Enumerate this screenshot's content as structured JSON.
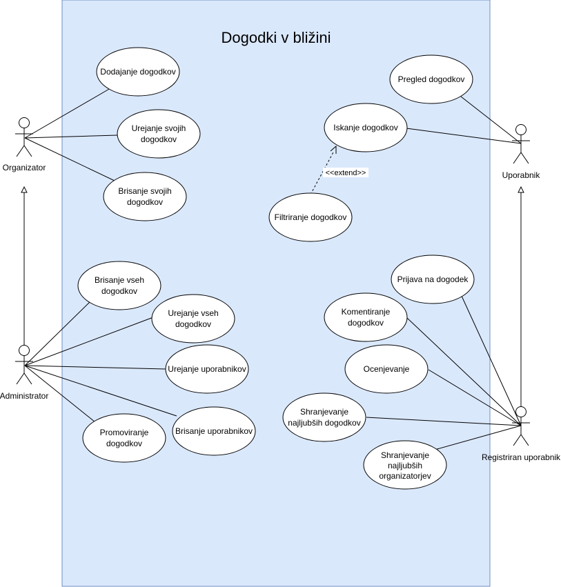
{
  "system": {
    "title": "Dogodki v bližini"
  },
  "actors": {
    "organizator": "Organizator",
    "administrator": "Administrator",
    "uporabnik": "Uporabnik",
    "registriran": "Registriran uporabnik"
  },
  "use_cases": {
    "dodajanje": [
      "Dodajanje dogodkov"
    ],
    "urejanje_svojih": [
      "Urejanje svojih",
      "dogodkov"
    ],
    "brisanje_svojih": [
      "Brisanje svojih",
      "dogodkov"
    ],
    "brisanje_vseh": [
      "Brisanje vseh",
      "dogodkov"
    ],
    "urejanje_vseh": [
      "Urejanje vseh",
      "dogodkov"
    ],
    "urejanje_uporabnikov": [
      "Urejanje uporabnikov"
    ],
    "brisanje_uporabnikov": [
      "Brisanje uporabnikov"
    ],
    "promoviranje": [
      "Promoviranje",
      "dogodkov"
    ],
    "pregled": [
      "Pregled dogodkov"
    ],
    "iskanje": [
      "Iskanje dogodkov"
    ],
    "filtriranje": [
      "Filtriranje dogodkov"
    ],
    "prijava": [
      "Prijava na dogodek"
    ],
    "komentiranje": [
      "Komentiranje",
      "dogodkov"
    ],
    "ocenjevanje": [
      "Ocenjevanje"
    ],
    "shranjevanje_dogodkov": [
      "Shranjevanje",
      "najljubših dogodkov"
    ],
    "shranjevanje_organizatorjev": [
      "Shranjevanje",
      "najljubših",
      "organizatorjev"
    ]
  },
  "relations": {
    "extend_label": "<<extend>>"
  }
}
